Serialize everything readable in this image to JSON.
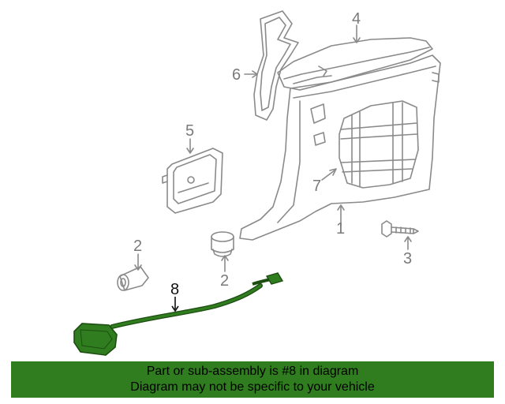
{
  "callouts": {
    "c1": "1",
    "c2a": "2",
    "c2b": "2",
    "c3": "3",
    "c4": "4",
    "c5": "5",
    "c6": "6",
    "c7": "7",
    "c8": "8"
  },
  "highlighted_part": "8",
  "colors": {
    "highlight": "#2f7d1e",
    "line": "#8a8a8a",
    "text_dim": "#7a7a7a"
  },
  "banner": {
    "line1": "Part or sub-assembly is #8 in diagram",
    "line2": "Diagram may not be specific to your vehicle"
  }
}
